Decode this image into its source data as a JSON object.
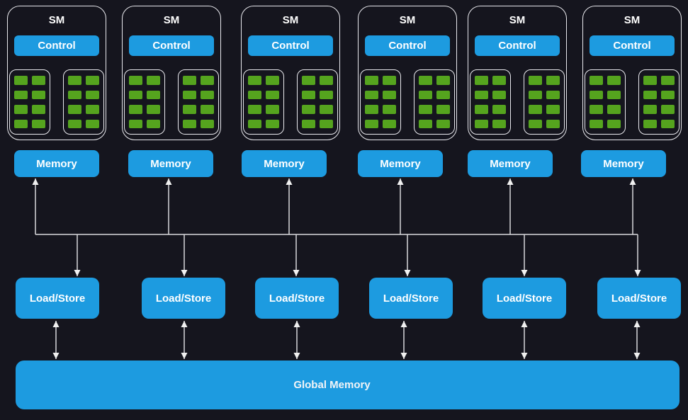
{
  "colors": {
    "background": "#15151e",
    "box_blue": "#1d9be0",
    "core_green": "#55a41e",
    "line": "#d8d8dc",
    "arrowhead": "#f0f0f0",
    "border_white": "#e9e9ee",
    "text_white": "#ffffff"
  },
  "units": [
    {
      "sm_label": "SM",
      "control_label": "Control",
      "memory_label": "Memory",
      "load_store_label": "Load/Store"
    },
    {
      "sm_label": "SM",
      "control_label": "Control",
      "memory_label": "Memory",
      "load_store_label": "Load/Store"
    },
    {
      "sm_label": "SM",
      "control_label": "Control",
      "memory_label": "Memory",
      "load_store_label": "Load/Store"
    },
    {
      "sm_label": "SM",
      "control_label": "Control",
      "memory_label": "Memory",
      "load_store_label": "Load/Store"
    },
    {
      "sm_label": "SM",
      "control_label": "Control",
      "memory_label": "Memory",
      "load_store_label": "Load/Store"
    },
    {
      "sm_label": "SM",
      "control_label": "Control",
      "memory_label": "Memory",
      "load_store_label": "Load/Store"
    }
  ],
  "global_memory": {
    "label": "Global Memory"
  },
  "structure": {
    "sm_count": 6,
    "core_groups_per_sm": 2,
    "cores_per_group": 8
  }
}
